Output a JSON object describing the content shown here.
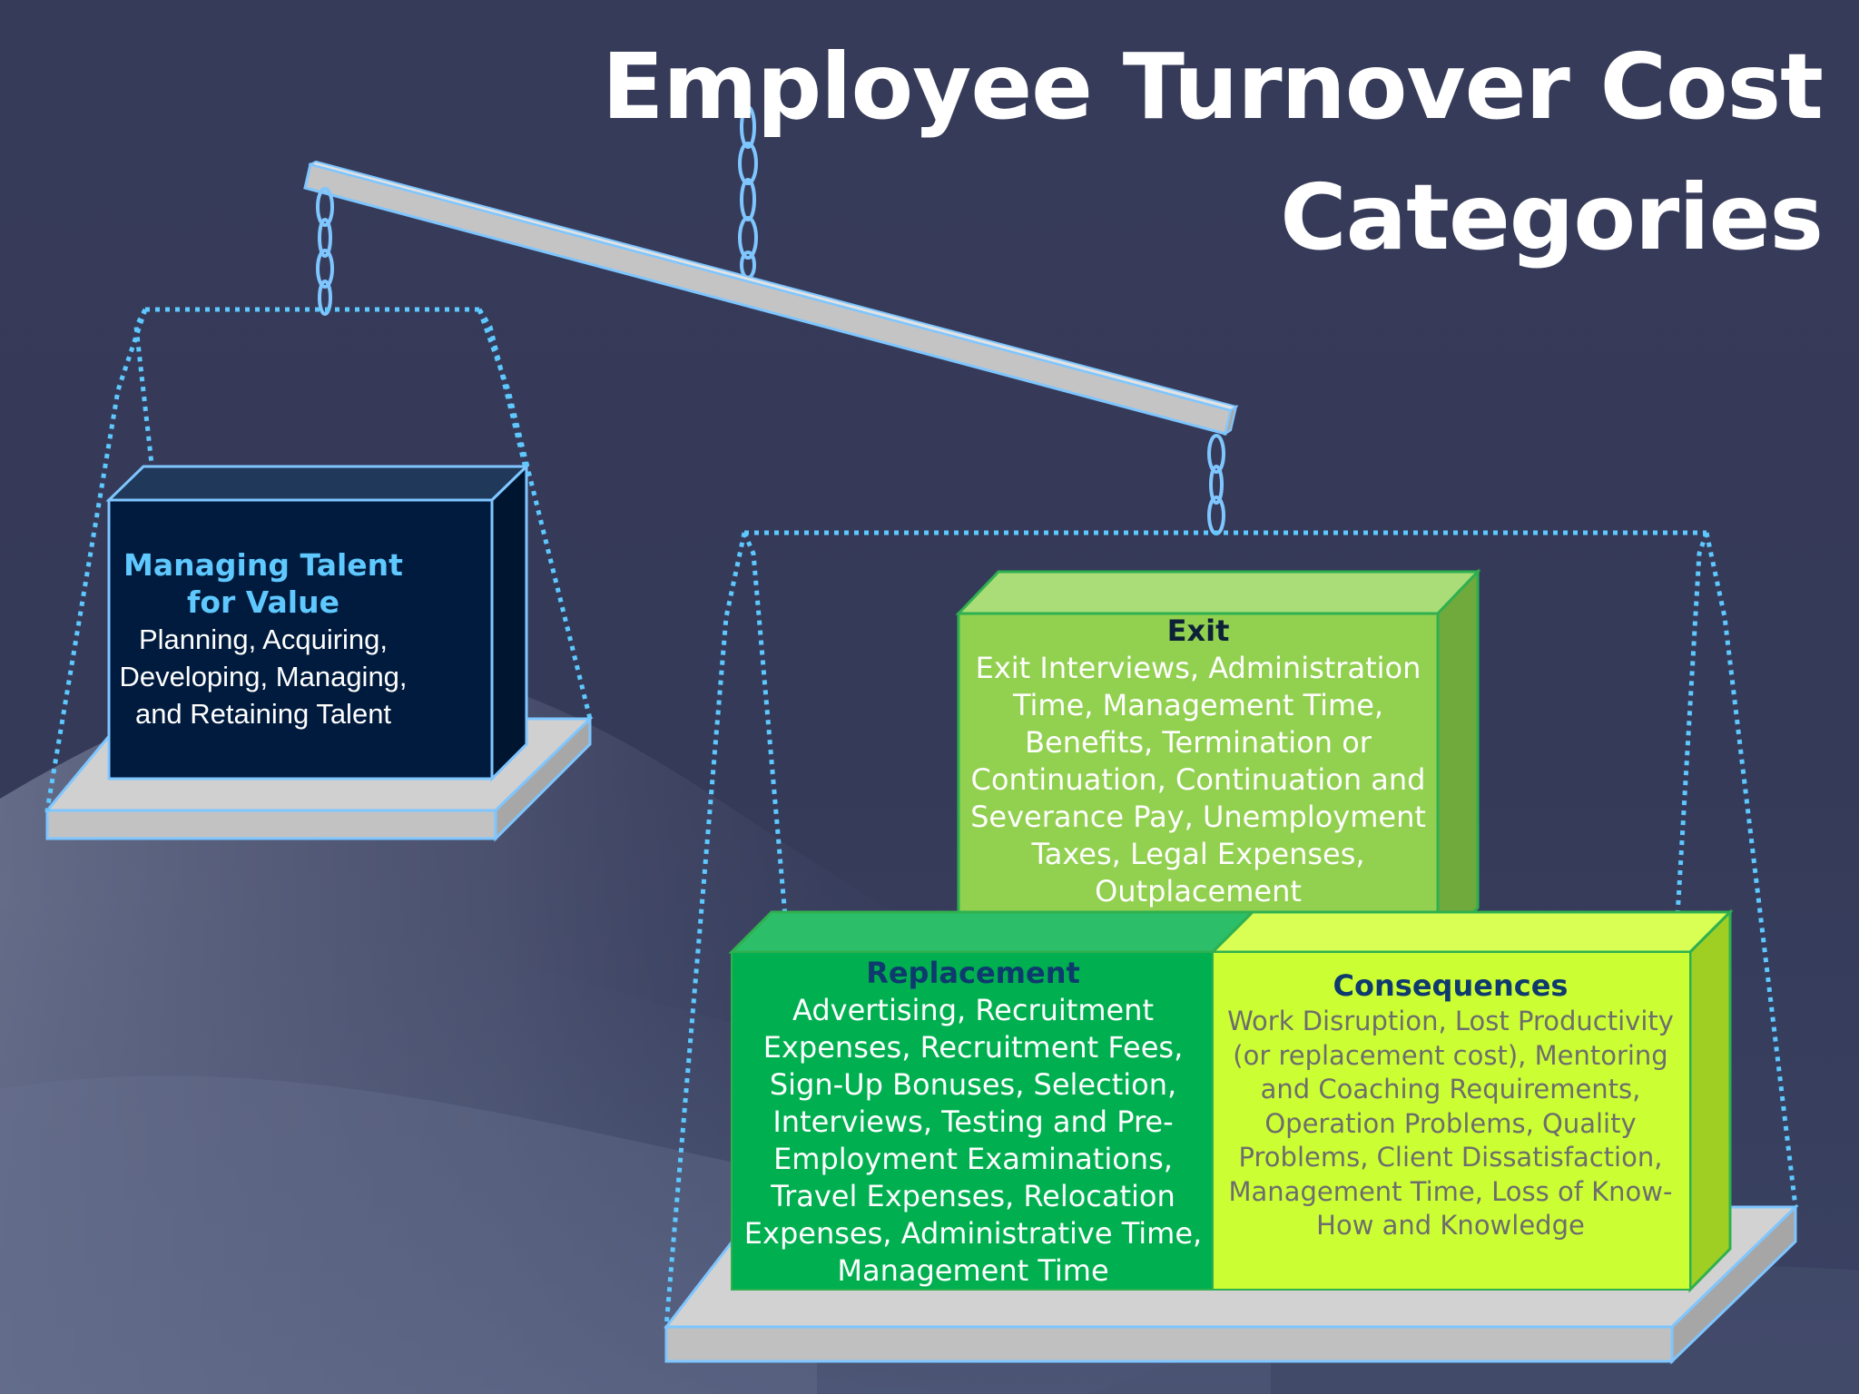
{
  "title": {
    "line1": "Employee Turnover Cost",
    "line2": "Categories"
  },
  "boxes": {
    "talent": {
      "heading": "Managing Talent for Value",
      "body": "Planning, Acquiring, Developing, Managing, and Retaining Talent"
    },
    "exit": {
      "heading": "Exit",
      "body": "Exit Interviews, Administration Time, Management Time, Benefits, Termination or Continuation, Continuation and Severance Pay, Unemployment Taxes, Legal Expenses, Outplacement"
    },
    "replacement": {
      "heading": "Replacement",
      "body": "Advertising, Recruitment Expenses, Recruitment Fees, Sign-Up Bonuses, Selection, Interviews, Testing and Pre-Employment Examinations, Travel Expenses, Relocation Expenses, Administrative Time, Management Time"
    },
    "consequences": {
      "heading": "Consequences",
      "body": "Work Disruption, Lost Productivity (or replacement cost), Mentoring and Coaching Requirements, Operation Problems, Quality Problems, Client Dissatisfaction, Management Time, Loss of Know-How and Knowledge"
    }
  },
  "colors": {
    "background": "#363b59",
    "talent_box": "#001b3e",
    "exit_box": "#92d050",
    "replacement_box": "#00b050",
    "consequences_box": "#ccff33",
    "outline": "#5ec8ff",
    "platform": "#c0c0c0"
  }
}
